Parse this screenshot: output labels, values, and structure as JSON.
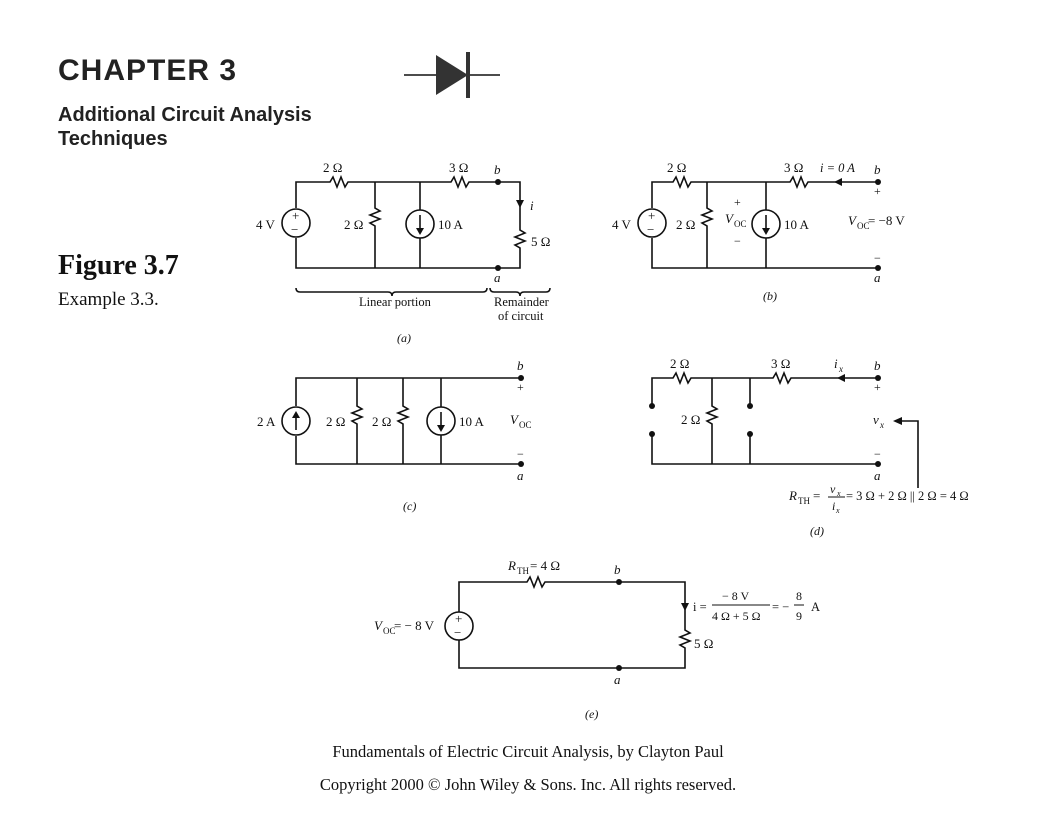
{
  "header": {
    "chapter": "CHAPTER 3",
    "subtitle_line1": "Additional Circuit Analysis",
    "subtitle_line2": "Techniques"
  },
  "figure": {
    "number": "Figure 3.7",
    "caption": "Example 3.3."
  },
  "footer": {
    "book": "Fundamentals of Electric Circuit Analysis, by Clayton Paul",
    "copyright": "Copyright 2000 © John Wiley & Sons. Inc. All rights reserved."
  },
  "circuits": {
    "a": {
      "label": "(a)",
      "r1": "2 Ω",
      "r3": "3 Ω",
      "r2": "2 Ω",
      "src_v": "4 V",
      "src_i": "10 A",
      "load": "5 Ω",
      "node_b": "b",
      "node_a": "a",
      "current": "i",
      "brace1": "Linear portion",
      "brace2_l1": "Remainder",
      "brace2_l2": "of circuit"
    },
    "b": {
      "label": "(b)",
      "r1": "2 Ω",
      "r3": "3 Ω",
      "r2": "2 Ω",
      "src_v": "4 V",
      "src_i": "10 A",
      "i0": "i = 0 A",
      "voc": "V",
      "voc_sub": "OC",
      "voc_val": "V",
      "voc_val_sub": "OC",
      "voc_val_rest": " = −8 V",
      "plus": "+",
      "minus": "−",
      "node_b": "b",
      "node_a": "a"
    },
    "c": {
      "label": "(c)",
      "src_i1": "2 A",
      "r2a": "2 Ω",
      "r2b": "2 Ω",
      "src_i2": "10 A",
      "voc": "V",
      "voc_sub": "OC",
      "plus": "+",
      "minus": "−",
      "node_b": "b",
      "node_a": "a"
    },
    "d": {
      "label": "(d)",
      "r1": "2 Ω",
      "r3": "3 Ω",
      "r2": "2 Ω",
      "ix": "i",
      "ix_sub": "x",
      "vx": "v",
      "vx_sub": "x",
      "plus": "+",
      "minus": "−",
      "node_b": "b",
      "node_a": "a",
      "rth": "R",
      "rth_sub": "TH",
      "rth_eq": " = ",
      "frac_num": "v",
      "frac_den": "i",
      "x": "x",
      "rth_result": " = 3 Ω + 2 Ω || 2 Ω = 4 Ω"
    },
    "e": {
      "label": "(e)",
      "rth": "R",
      "rth_sub": "TH",
      "rth_val": " = 4 Ω",
      "voc": "V",
      "voc_sub": "OC",
      "voc_val": " = − 8 V",
      "load": "5 Ω",
      "node_b": "b",
      "node_a": "a",
      "i_eq": "i = ",
      "num1": "− 8 V",
      "den1": "4 Ω + 5 Ω",
      "eq2": " = −",
      "num2": "8",
      "den2": "9",
      "unit": "A",
      "plus": "+",
      "minus": "−"
    }
  }
}
